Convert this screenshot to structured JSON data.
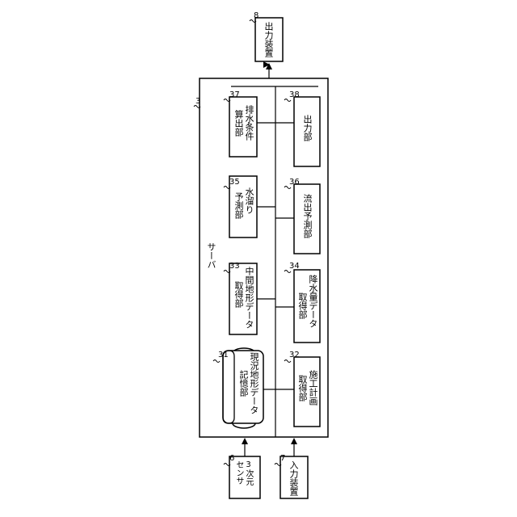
{
  "server": {
    "label": "サーバ",
    "ref": "3"
  },
  "output_device": {
    "label": "出力装置",
    "ref": "8"
  },
  "sensor": {
    "lines": [
      "3次元",
      "センサ"
    ],
    "ref": "6"
  },
  "input_device": {
    "label": "入力装置",
    "ref": "7"
  },
  "modules": {
    "m31": {
      "lines": [
        "現況地形データ",
        "記憶部"
      ],
      "ref": "31"
    },
    "m32": {
      "lines": [
        "施工計画",
        "取得部"
      ],
      "ref": "32"
    },
    "m33": {
      "lines": [
        "中間地形データ",
        "取得部"
      ],
      "ref": "33"
    },
    "m34": {
      "lines": [
        "降水量データ",
        "取得部"
      ],
      "ref": "34"
    },
    "m35": {
      "lines": [
        "水溜り",
        "予測部"
      ],
      "ref": "35"
    },
    "m36": {
      "lines": [
        "流出予測部"
      ],
      "ref": "36"
    },
    "m37": {
      "lines": [
        "排水条件",
        "算出部"
      ],
      "ref": "37"
    },
    "m38": {
      "lines": [
        "出力部"
      ],
      "ref": "38"
    }
  }
}
